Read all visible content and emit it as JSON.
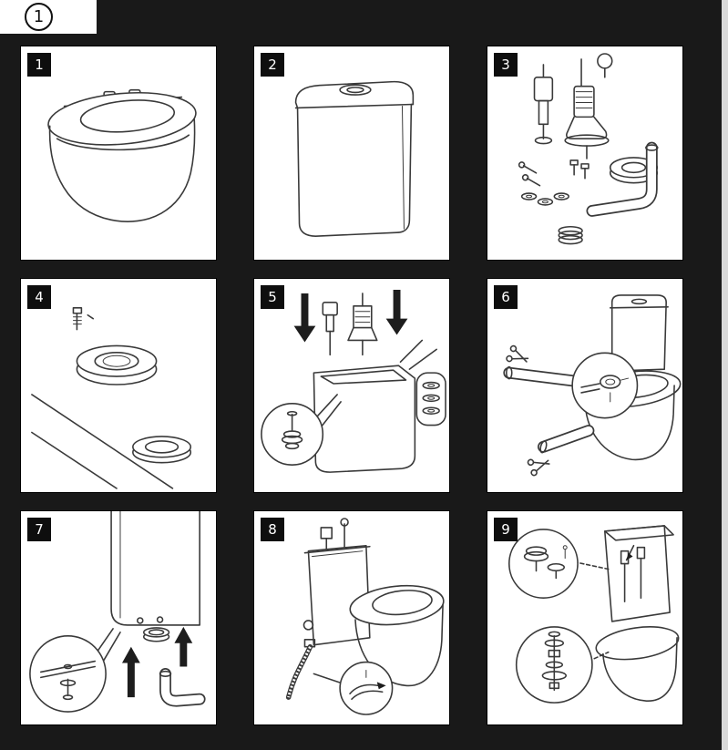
{
  "page": {
    "figure_badge": "1",
    "background_color": "#191919",
    "panel_color": "#ffffff",
    "ink_color": "#3a3a3a",
    "badge_bg_color": "#0e0e0e",
    "badge_text_color": "#ffffff"
  },
  "panels": [
    {
      "number": "1",
      "illustration": "toilet-bowl-with-seat"
    },
    {
      "number": "2",
      "illustration": "cistern-tank"
    },
    {
      "number": "3",
      "illustration": "cistern-internal-parts-valves-seals-pipe"
    },
    {
      "number": "4",
      "illustration": "outlet-doughnut-seal-and-floor-gasket"
    },
    {
      "number": "5",
      "illustration": "install-valves-into-cistern"
    },
    {
      "number": "6",
      "illustration": "trim-flush-pipe-with-scissors"
    },
    {
      "number": "7",
      "illustration": "floor-fixing-and-elbow-pipe"
    },
    {
      "number": "8",
      "illustration": "connect-water-supply-hose"
    },
    {
      "number": "9",
      "illustration": "fit-push-button-and-tank-fixings"
    }
  ]
}
